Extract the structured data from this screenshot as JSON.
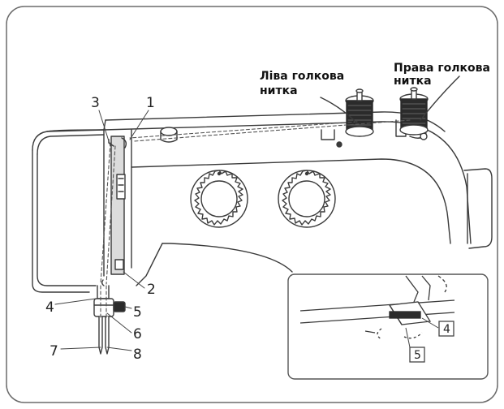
{
  "labels": {
    "left_thread": [
      "Ліва голкова",
      "нитка"
    ],
    "right_thread": [
      "Права голкова",
      "нитка"
    ],
    "callouts": [
      "1",
      "2",
      "3",
      "4",
      "5",
      "6",
      "7",
      "8"
    ],
    "inset_callouts": [
      "4",
      "5"
    ]
  },
  "colors": {
    "frame_border": "#6b6b6b",
    "machine_outline": "#3a3a3a",
    "machine_fill": "#ffffff",
    "panel_shade": "#dcdcdc",
    "spool_dark": "#2b2b2b",
    "thread_dashed": "#555555",
    "text": "#222222"
  },
  "icons": [
    "sewing-machine-diagram",
    "thread-spool-icon",
    "dial-knob-icon",
    "needle-bar-icon",
    "inset-zoom-panel"
  ]
}
